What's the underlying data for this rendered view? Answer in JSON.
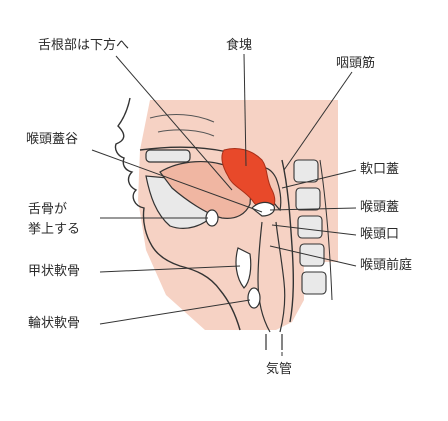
{
  "labels": {
    "tongue_root": "舌根部は下方へ",
    "bolus": "食塊",
    "pharyngeal_muscle": "咽頭筋",
    "vallecula": "喉頭蓋谷",
    "soft_palate": "軟口蓋",
    "hyoid_line1": "舌骨が",
    "hyoid_line2": "挙上する",
    "epiglottis": "喉頭蓋",
    "laryngeal_inlet": "喉頭口",
    "laryngeal_vestibule": "喉頭前庭",
    "thyroid_cartilage": "甲状軟骨",
    "cricoid_cartilage": "輪状軟骨",
    "trachea": "気管"
  },
  "colors": {
    "background": "#ffffff",
    "shading": "#f6d2c4",
    "bolus": "#e8492a",
    "line": "#333333",
    "bone_fill": "#e9e9e9"
  }
}
